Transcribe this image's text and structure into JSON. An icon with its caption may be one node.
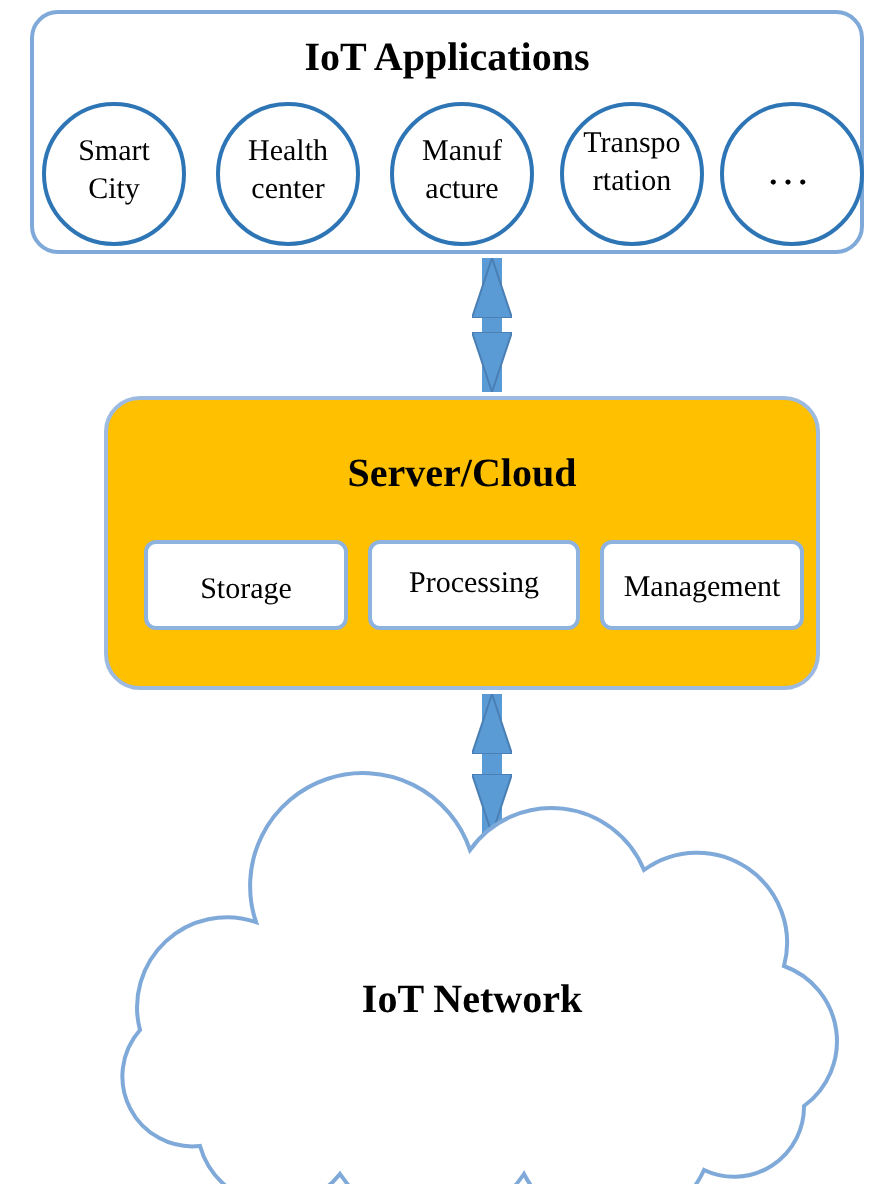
{
  "diagram": {
    "nodes": [
      {
        "text": [
          "IoT Applications"
        ]
      },
      {
        "text": [
          "Smart City"
        ],
        "in": 0
      },
      {
        "text": [
          "Health center"
        ],
        "in": 0
      },
      {
        "text": [
          "Manuf acture"
        ],
        "in": 0
      },
      {
        "text": [
          "Transpo rtation"
        ],
        "in": 0
      },
      {
        "text": [
          "…"
        ],
        "in": 0
      },
      {
        "text": [
          "Server/Cloud"
        ]
      },
      {
        "text": [
          "Storage"
        ],
        "in": 6
      },
      {
        "text": [
          "Processing"
        ],
        "in": 6
      },
      {
        "text": [
          "Management"
        ],
        "in": 6
      },
      {
        "text": [
          "IoT Network"
        ]
      }
    ],
    "edges": [
      {
        "from": 0,
        "to": 6,
        "arrow": "both"
      },
      {
        "from": 6,
        "to": 10,
        "arrow": "both"
      }
    ]
  }
}
